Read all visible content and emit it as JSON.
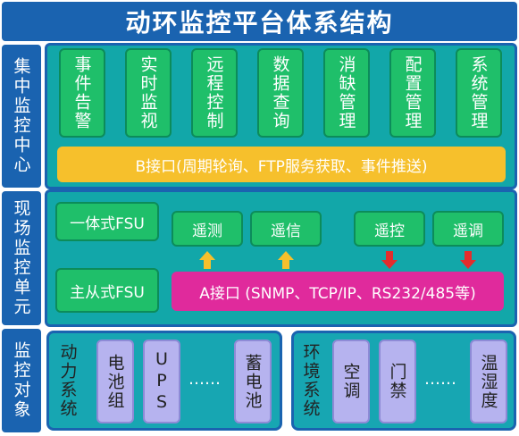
{
  "title": "动环监控平台体系结构",
  "rows": {
    "center": {
      "label": "集中监控中心",
      "modules": [
        "事件告警",
        "实时监视",
        "远程控制",
        "数据查询",
        "消缺管理",
        "配置管理",
        "系统管理"
      ],
      "interface": "B接口(周期轮询、FTP服务获取、事件推送)"
    },
    "field": {
      "label": "现场监控单元",
      "fsu": [
        "一体式FSU",
        "主从式FSU"
      ],
      "functions": [
        "遥测",
        "遥信",
        "遥控",
        "遥调"
      ],
      "interface": "A接口 (SNMP、TCP/IP、RS232/485等)"
    },
    "objects": {
      "label": "监控对象",
      "power": {
        "label": "动力系统",
        "items": [
          "电池组",
          "UPS",
          "蓄电池"
        ],
        "ellipsis": "……"
      },
      "env": {
        "label": "环境系统",
        "items": [
          "空调",
          "门禁",
          "温湿度"
        ],
        "ellipsis": "……"
      }
    }
  },
  "colors": {
    "header": "#1a63b0",
    "teal": "#12a7a9",
    "green": "#1fbf6a",
    "yellow": "#f6c02c",
    "pink": "#e02a9c",
    "lavender": "#b6b3ef",
    "arrow_up": "#f6c02c",
    "arrow_down": "#e32d2d"
  }
}
